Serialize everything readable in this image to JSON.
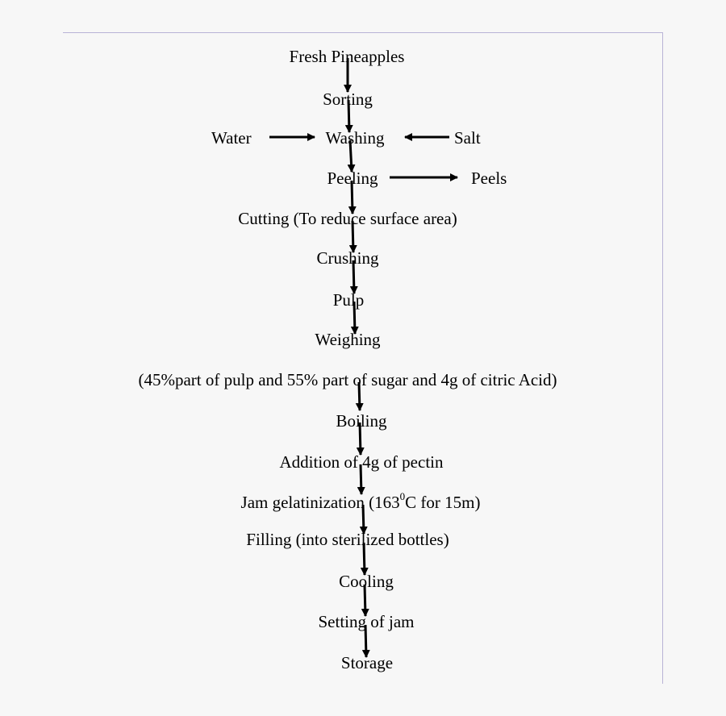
{
  "steps": [
    "Fresh Pineapples",
    "Sorting",
    "Washing",
    "Peeling",
    "Cutting (To reduce surface area)",
    "Crushing",
    "Pulp",
    "Weighing",
    "(45%part of pulp and 55% part of sugar and 4g of citric Acid)",
    "Boiling",
    "Addition of 4g of pectin",
    "Jam gelatinization (163",
    "Filling (into sterilized bottles)",
    "Cooling",
    "Setting of jam",
    "Storage"
  ],
  "gelatinization_superscript": "0",
  "gelatinization_suffix": "C for 15m)",
  "inputs": {
    "water": "Water",
    "salt": "Salt"
  },
  "outputs": {
    "peels": "Peels"
  },
  "colors": {
    "frame": "#b9b3d6",
    "arrow": "#000000",
    "background": "#f7f7f7"
  }
}
